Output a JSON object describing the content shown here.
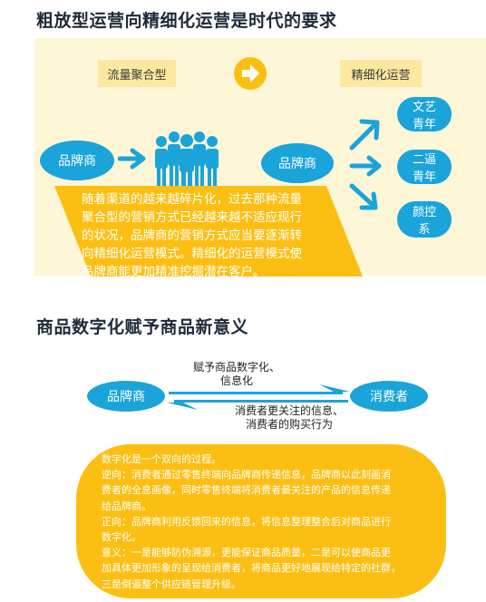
{
  "section1": {
    "title": "粗放型运营向精细化运营是时代的要求",
    "label_left": "流量聚合型",
    "label_right": "精细化运营",
    "brand_left": "品牌商",
    "brand_right": "品牌商",
    "targets": [
      {
        "line1": "文艺",
        "line2": "青年"
      },
      {
        "line1": "二逼",
        "line2": "青年"
      },
      {
        "line1": "颜控",
        "line2": "系"
      }
    ],
    "paragraph_lines": [
      "随着渠道的越来越碎片化，过去那种流量",
      "聚合型的营销方式已经越来越不适应现行",
      "的状况，品牌商的营销方式应当要逐渐转",
      "向精细化运营模式。精细化的运营模式使",
      "品牌商能更加精准挖掘潜在客户。"
    ]
  },
  "section2": {
    "title": "商品数字化赋予商品新意义",
    "left": "品牌商",
    "right": "消费者",
    "top_caption": [
      "赋予商品数字化、",
      "信息化"
    ],
    "bottom_caption": [
      "消费者更关注的信息、",
      "消费者的购买行为"
    ],
    "body_lines": [
      "数字化是一个双向的过程。",
      "逆向：消费者通过零售终端向品牌商传递信息，品牌商以此刻画消",
      "费者的全息画像，同时零售终端将消费者最关注的产品的信息传递",
      "给品牌商。",
      "正向：品牌商利用反馈回来的信息，将信息整理整合后对商品进行",
      "数字化。",
      "意义：一是能够防伪溯源，更能保证商品质量，二是可以使商品更",
      "加具体更加形象的呈现给消费者，将商品更好地展现给特定的社群，",
      "三是倒逼整个供应链管理升级。"
    ]
  },
  "colors": {
    "blue": "#1aa4da",
    "yellow": "#fbbf14",
    "light_yellow": "#fdf6d7"
  }
}
